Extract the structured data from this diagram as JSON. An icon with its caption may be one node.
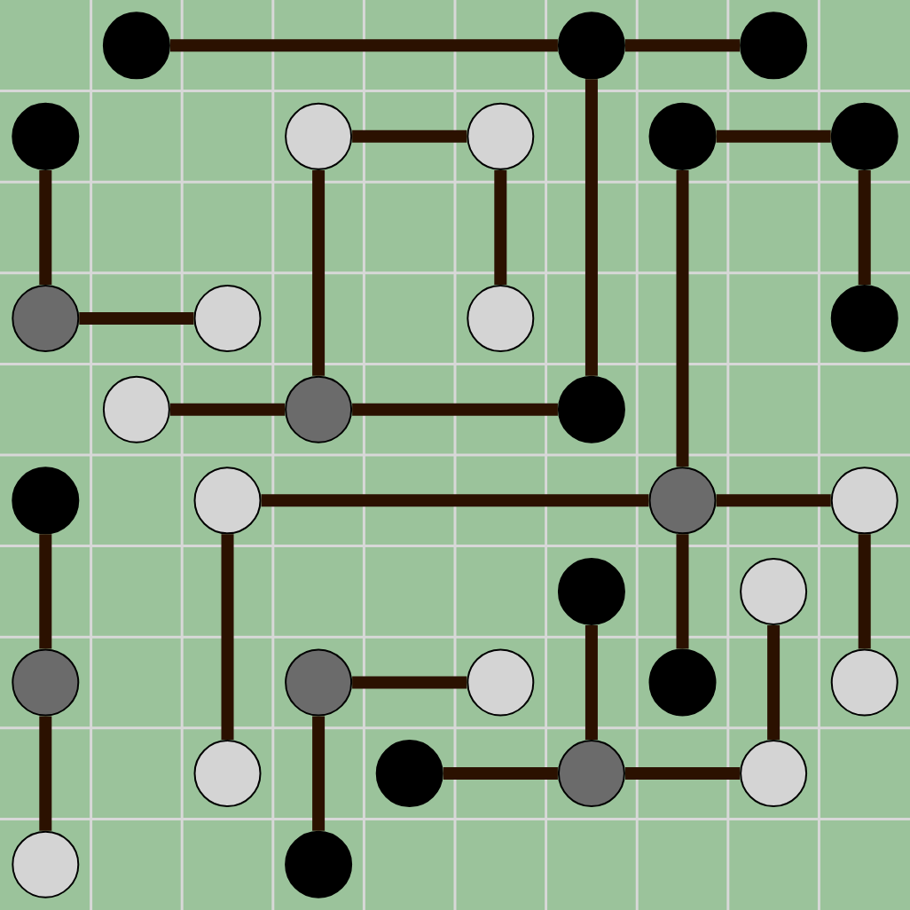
{
  "diagram": {
    "nodes": [
      {
        "text": [],
        "shape": "circle"
      },
      {
        "text": [],
        "shape": "circle"
      },
      {
        "text": [],
        "shape": "circle"
      },
      {
        "text": [],
        "shape": "circle"
      },
      {
        "text": [],
        "shape": "circle"
      },
      {
        "text": [],
        "shape": "circle"
      },
      {
        "text": [],
        "shape": "circle"
      },
      {
        "text": [],
        "shape": "circle"
      },
      {
        "text": [],
        "shape": "circle"
      },
      {
        "text": [],
        "shape": "circle"
      },
      {
        "text": [],
        "shape": "circle"
      },
      {
        "text": [],
        "shape": "circle"
      },
      {
        "text": [],
        "shape": "circle"
      },
      {
        "text": [],
        "shape": "circle"
      },
      {
        "text": [],
        "shape": "circle"
      },
      {
        "text": [],
        "shape": "circle"
      },
      {
        "text": [],
        "shape": "circle"
      },
      {
        "text": [],
        "shape": "circle"
      },
      {
        "text": [],
        "shape": "circle"
      },
      {
        "text": [],
        "shape": "circle"
      },
      {
        "text": [],
        "shape": "circle"
      },
      {
        "text": [],
        "shape": "circle"
      },
      {
        "text": [],
        "shape": "circle"
      },
      {
        "text": [],
        "shape": "circle"
      },
      {
        "text": [],
        "shape": "circle"
      },
      {
        "text": [],
        "shape": "circle"
      },
      {
        "text": [],
        "shape": "circle"
      },
      {
        "text": [],
        "shape": "circle"
      },
      {
        "text": [],
        "shape": "circle"
      },
      {
        "text": [],
        "shape": "circle"
      },
      {
        "text": [],
        "shape": "circle"
      },
      {
        "text": [],
        "shape": "circle"
      }
    ],
    "edges": [
      {
        "from": 0,
        "to": 1,
        "arrow": "none"
      },
      {
        "from": 1,
        "to": 2,
        "arrow": "none"
      },
      {
        "from": 1,
        "to": 14,
        "arrow": "none"
      },
      {
        "from": 3,
        "to": 8,
        "arrow": "none"
      },
      {
        "from": 8,
        "to": 9,
        "arrow": "none"
      },
      {
        "from": 4,
        "to": 5,
        "arrow": "none"
      },
      {
        "from": 4,
        "to": 13,
        "arrow": "none"
      },
      {
        "from": 5,
        "to": 10,
        "arrow": "none"
      },
      {
        "from": 6,
        "to": 7,
        "arrow": "none"
      },
      {
        "from": 6,
        "to": 17,
        "arrow": "none"
      },
      {
        "from": 7,
        "to": 11,
        "arrow": "none"
      },
      {
        "from": 12,
        "to": 13,
        "arrow": "none"
      },
      {
        "from": 13,
        "to": 14,
        "arrow": "none"
      },
      {
        "from": 16,
        "to": 17,
        "arrow": "none"
      },
      {
        "from": 17,
        "to": 18,
        "arrow": "none"
      },
      {
        "from": 17,
        "to": 24,
        "arrow": "none"
      },
      {
        "from": 18,
        "to": 25,
        "arrow": "none"
      },
      {
        "from": 15,
        "to": 21,
        "arrow": "none"
      },
      {
        "from": 21,
        "to": 30,
        "arrow": "none"
      },
      {
        "from": 16,
        "to": 26,
        "arrow": "none"
      },
      {
        "from": 22,
        "to": 23,
        "arrow": "none"
      },
      {
        "from": 22,
        "to": 31,
        "arrow": "none"
      },
      {
        "from": 19,
        "to": 28,
        "arrow": "none"
      },
      {
        "from": 27,
        "to": 28,
        "arrow": "none"
      },
      {
        "from": 28,
        "to": 29,
        "arrow": "none"
      },
      {
        "from": 20,
        "to": 29,
        "arrow": "none"
      }
    ]
  }
}
